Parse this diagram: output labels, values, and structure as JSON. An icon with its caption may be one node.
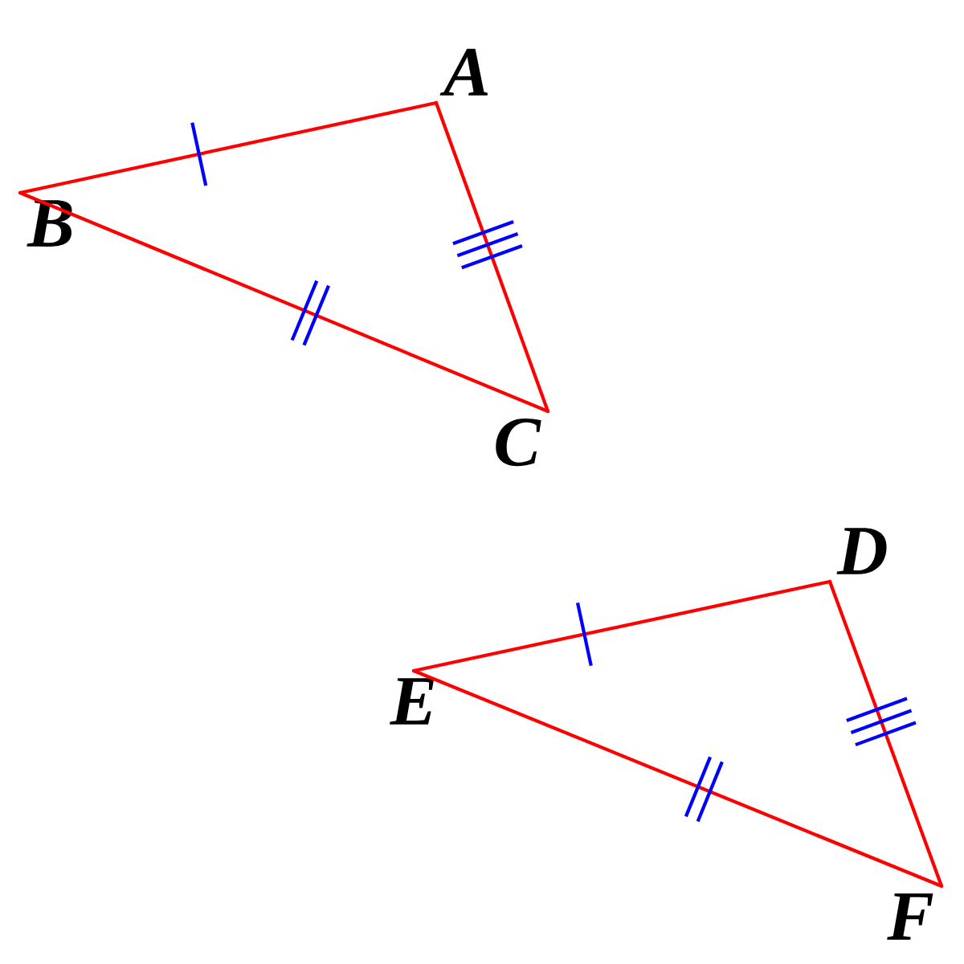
{
  "diagram": {
    "nodes": [
      {
        "text": [
          "A"
        ]
      },
      {
        "text": [
          "B"
        ]
      },
      {
        "text": [
          "C"
        ]
      },
      {
        "text": [
          "D"
        ]
      },
      {
        "text": [
          "E"
        ]
      },
      {
        "text": [
          "F"
        ]
      }
    ],
    "edges": [
      {
        "from": 0,
        "to": 1,
        "arrow": "none"
      },
      {
        "from": 1,
        "to": 2,
        "arrow": "none"
      },
      {
        "from": 0,
        "to": 2,
        "arrow": "none"
      },
      {
        "from": 3,
        "to": 4,
        "arrow": "none"
      },
      {
        "from": 4,
        "to": 5,
        "arrow": "none"
      },
      {
        "from": 3,
        "to": 5,
        "arrow": "none"
      }
    ]
  }
}
